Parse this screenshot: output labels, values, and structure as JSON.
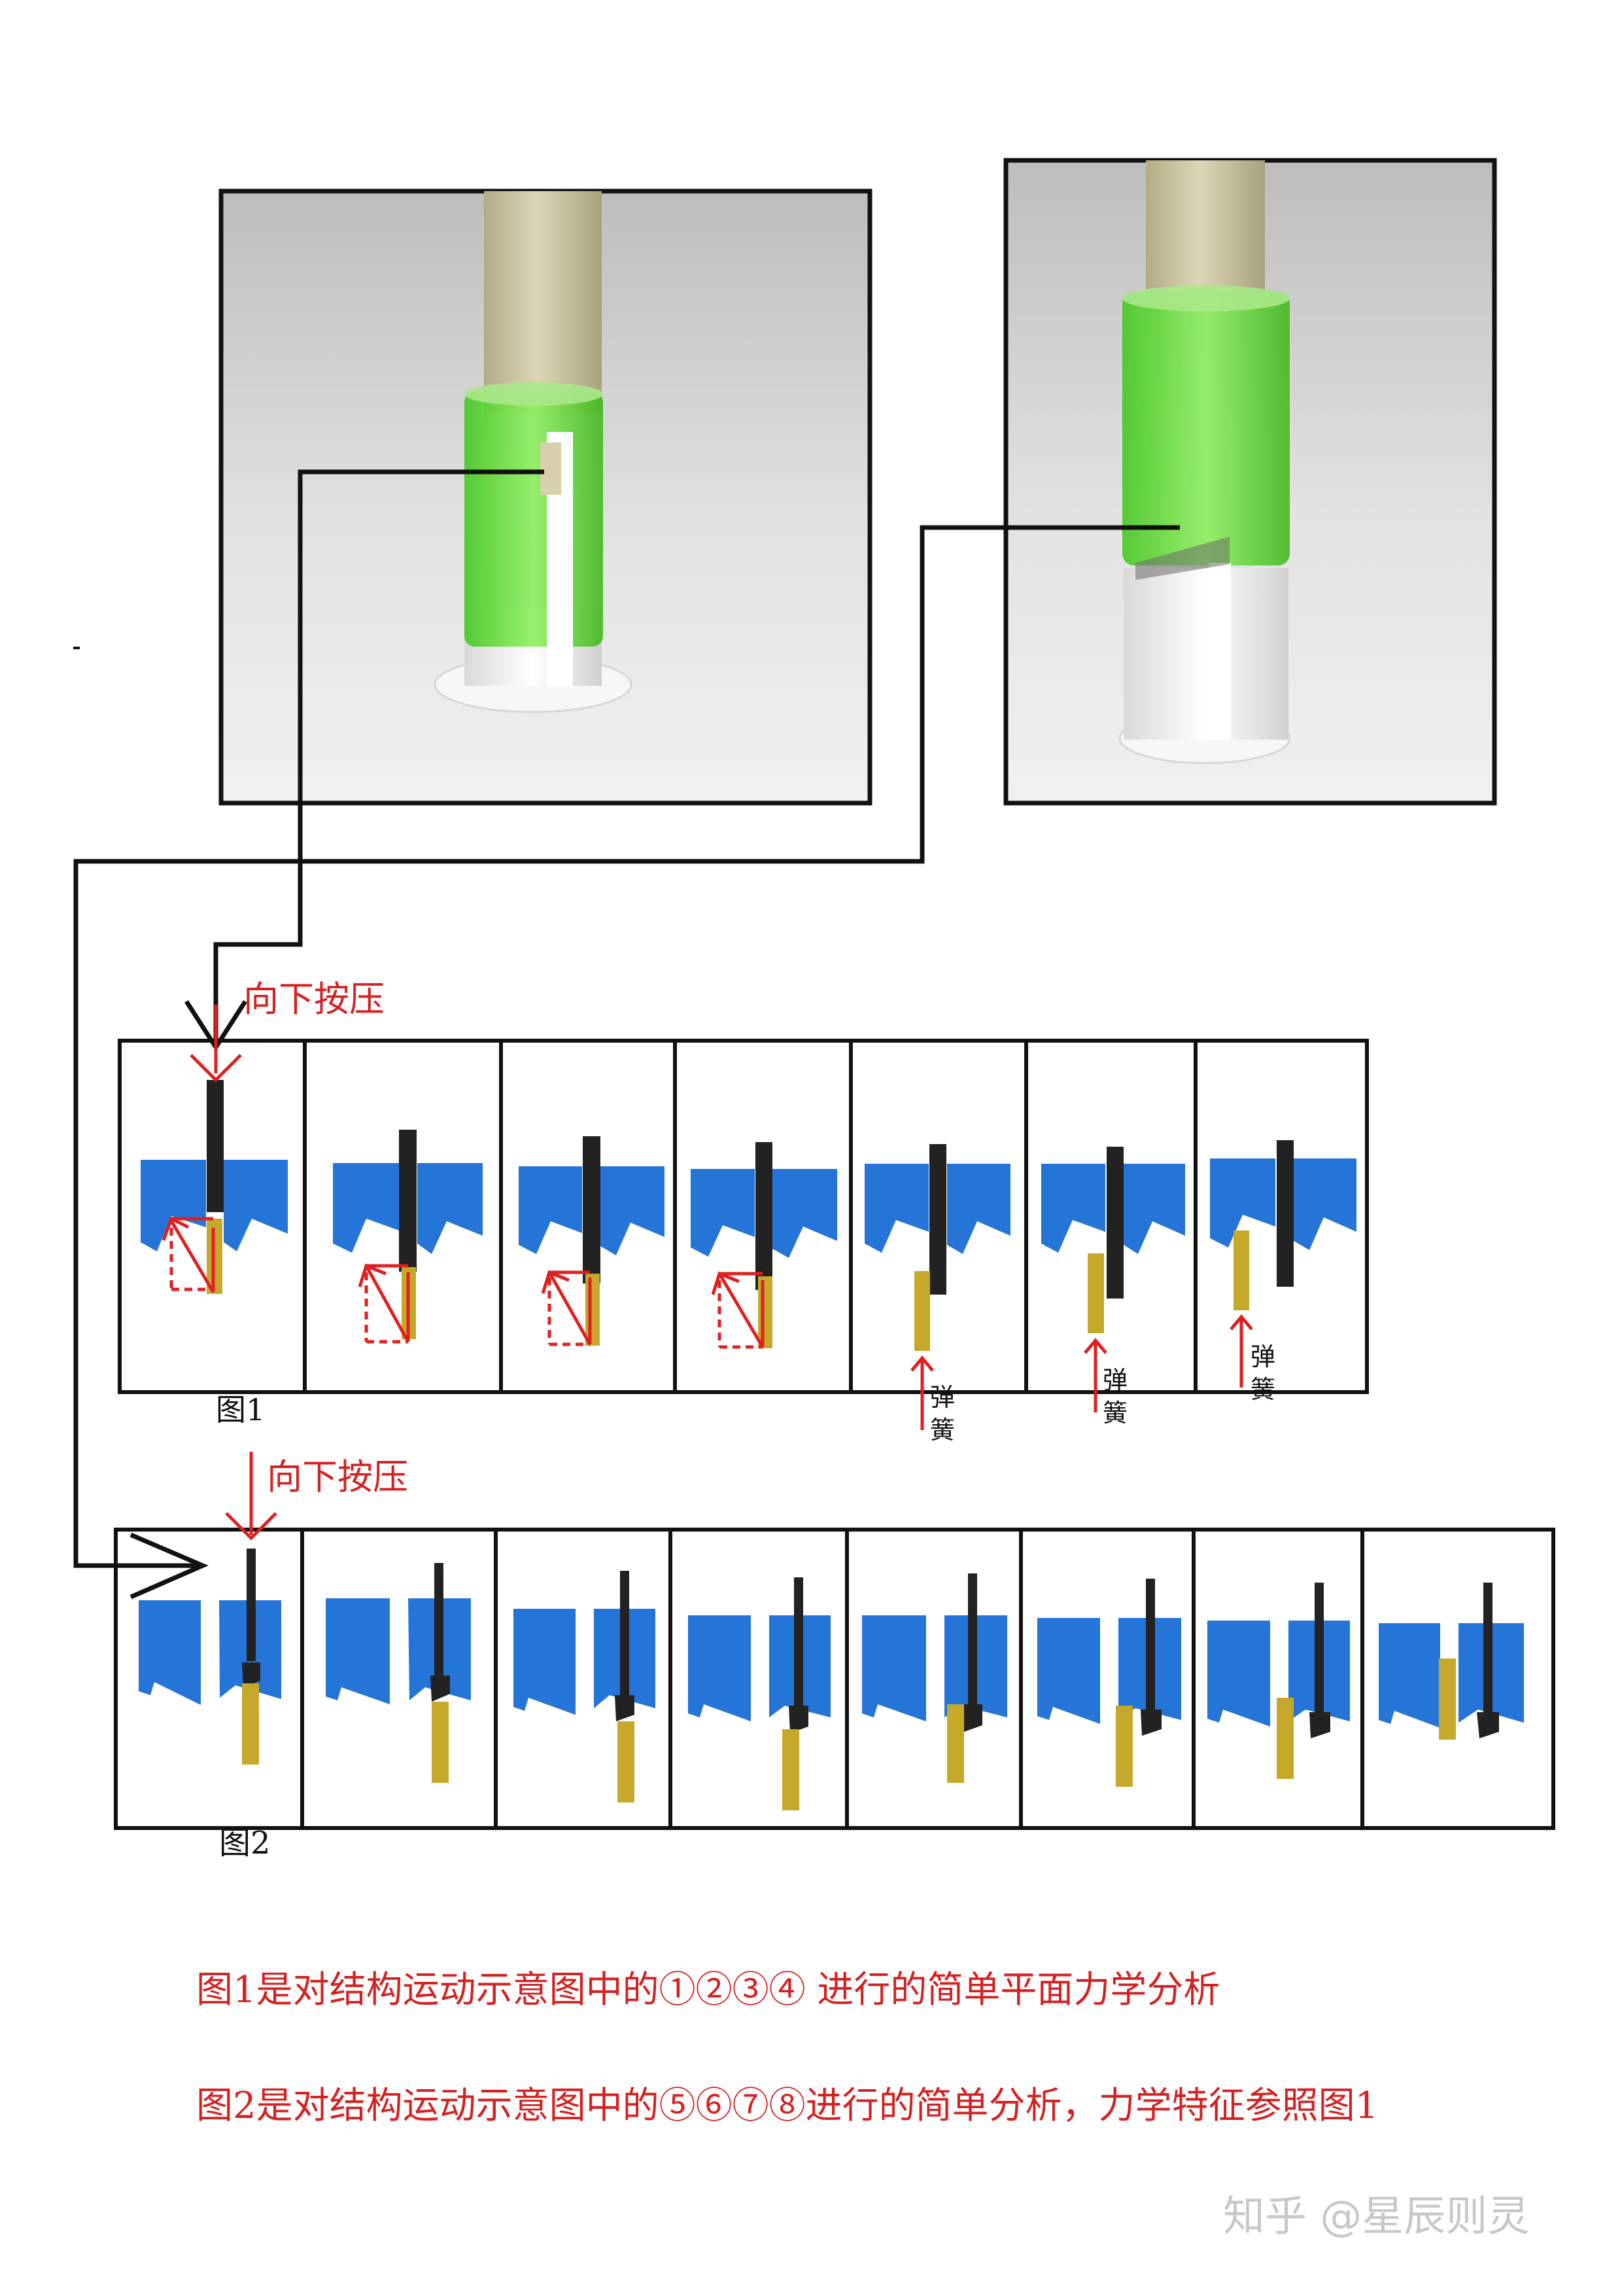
{
  "labels": {
    "press_down_1": "向下按压",
    "press_down_2": "向下按压",
    "fig1": "图1",
    "fig2": "图2",
    "spring": [
      "弹",
      "簧"
    ]
  },
  "notes": {
    "note1": "图1是对结构运动示意图中的①②③④ 进行的简单平面力学分析",
    "note2": "图2是对结构运动示意图中的⑤⑥⑦⑧进行的简单分析，力学特征参照图1"
  },
  "watermark": "知乎 @星辰则灵",
  "colors": {
    "blue": "#2575d9",
    "gold": "#c6a92a",
    "arrow_red": "#e02020",
    "green": "#66e03a",
    "beige": "#cfc7a3",
    "frame": "#111111"
  },
  "figure1": {
    "panels": 7,
    "spring_panels": [
      5,
      6,
      7
    ]
  },
  "figure2": {
    "panels": 8
  }
}
